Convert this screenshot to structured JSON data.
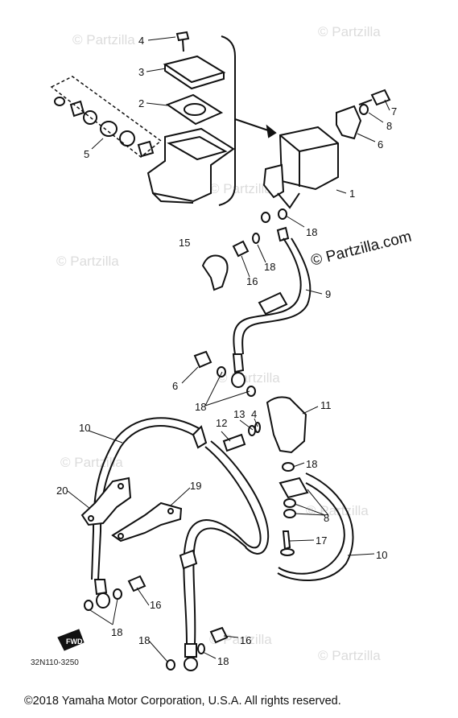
{
  "watermark": {
    "faint_text": "© Partzilla",
    "primary_text": "© Partzilla.com"
  },
  "diagram_code": "32N110-3250",
  "direction_marker": "FWD",
  "copyright": "©2018  Yamaha Motor Corporation, U.S.A. All rights reserved.",
  "callouts": {
    "c1": "1",
    "c2": "2",
    "c3": "3",
    "c4_top": "4",
    "c5": "5",
    "c6_top": "6",
    "c7": "7",
    "c8_top": "8",
    "c9": "9",
    "c10_left": "10",
    "c10_right": "10",
    "c11": "11",
    "c12": "12",
    "c13": "13",
    "c4_mid": "4",
    "c15": "15",
    "c16_upper": "16",
    "c6_mid": "6",
    "c16_mid": "16",
    "c16_low": "16",
    "c17": "17",
    "c18_a": "18",
    "c18_b": "18",
    "c18_c": "18",
    "c18_d": "18",
    "c18_e": "18",
    "c18_f": "18",
    "c18_g": "18",
    "c8_mid": "8",
    "c19": "19",
    "c20": "20"
  },
  "colors": {
    "ink": "#111111",
    "watermark": "#dcdcdc"
  }
}
